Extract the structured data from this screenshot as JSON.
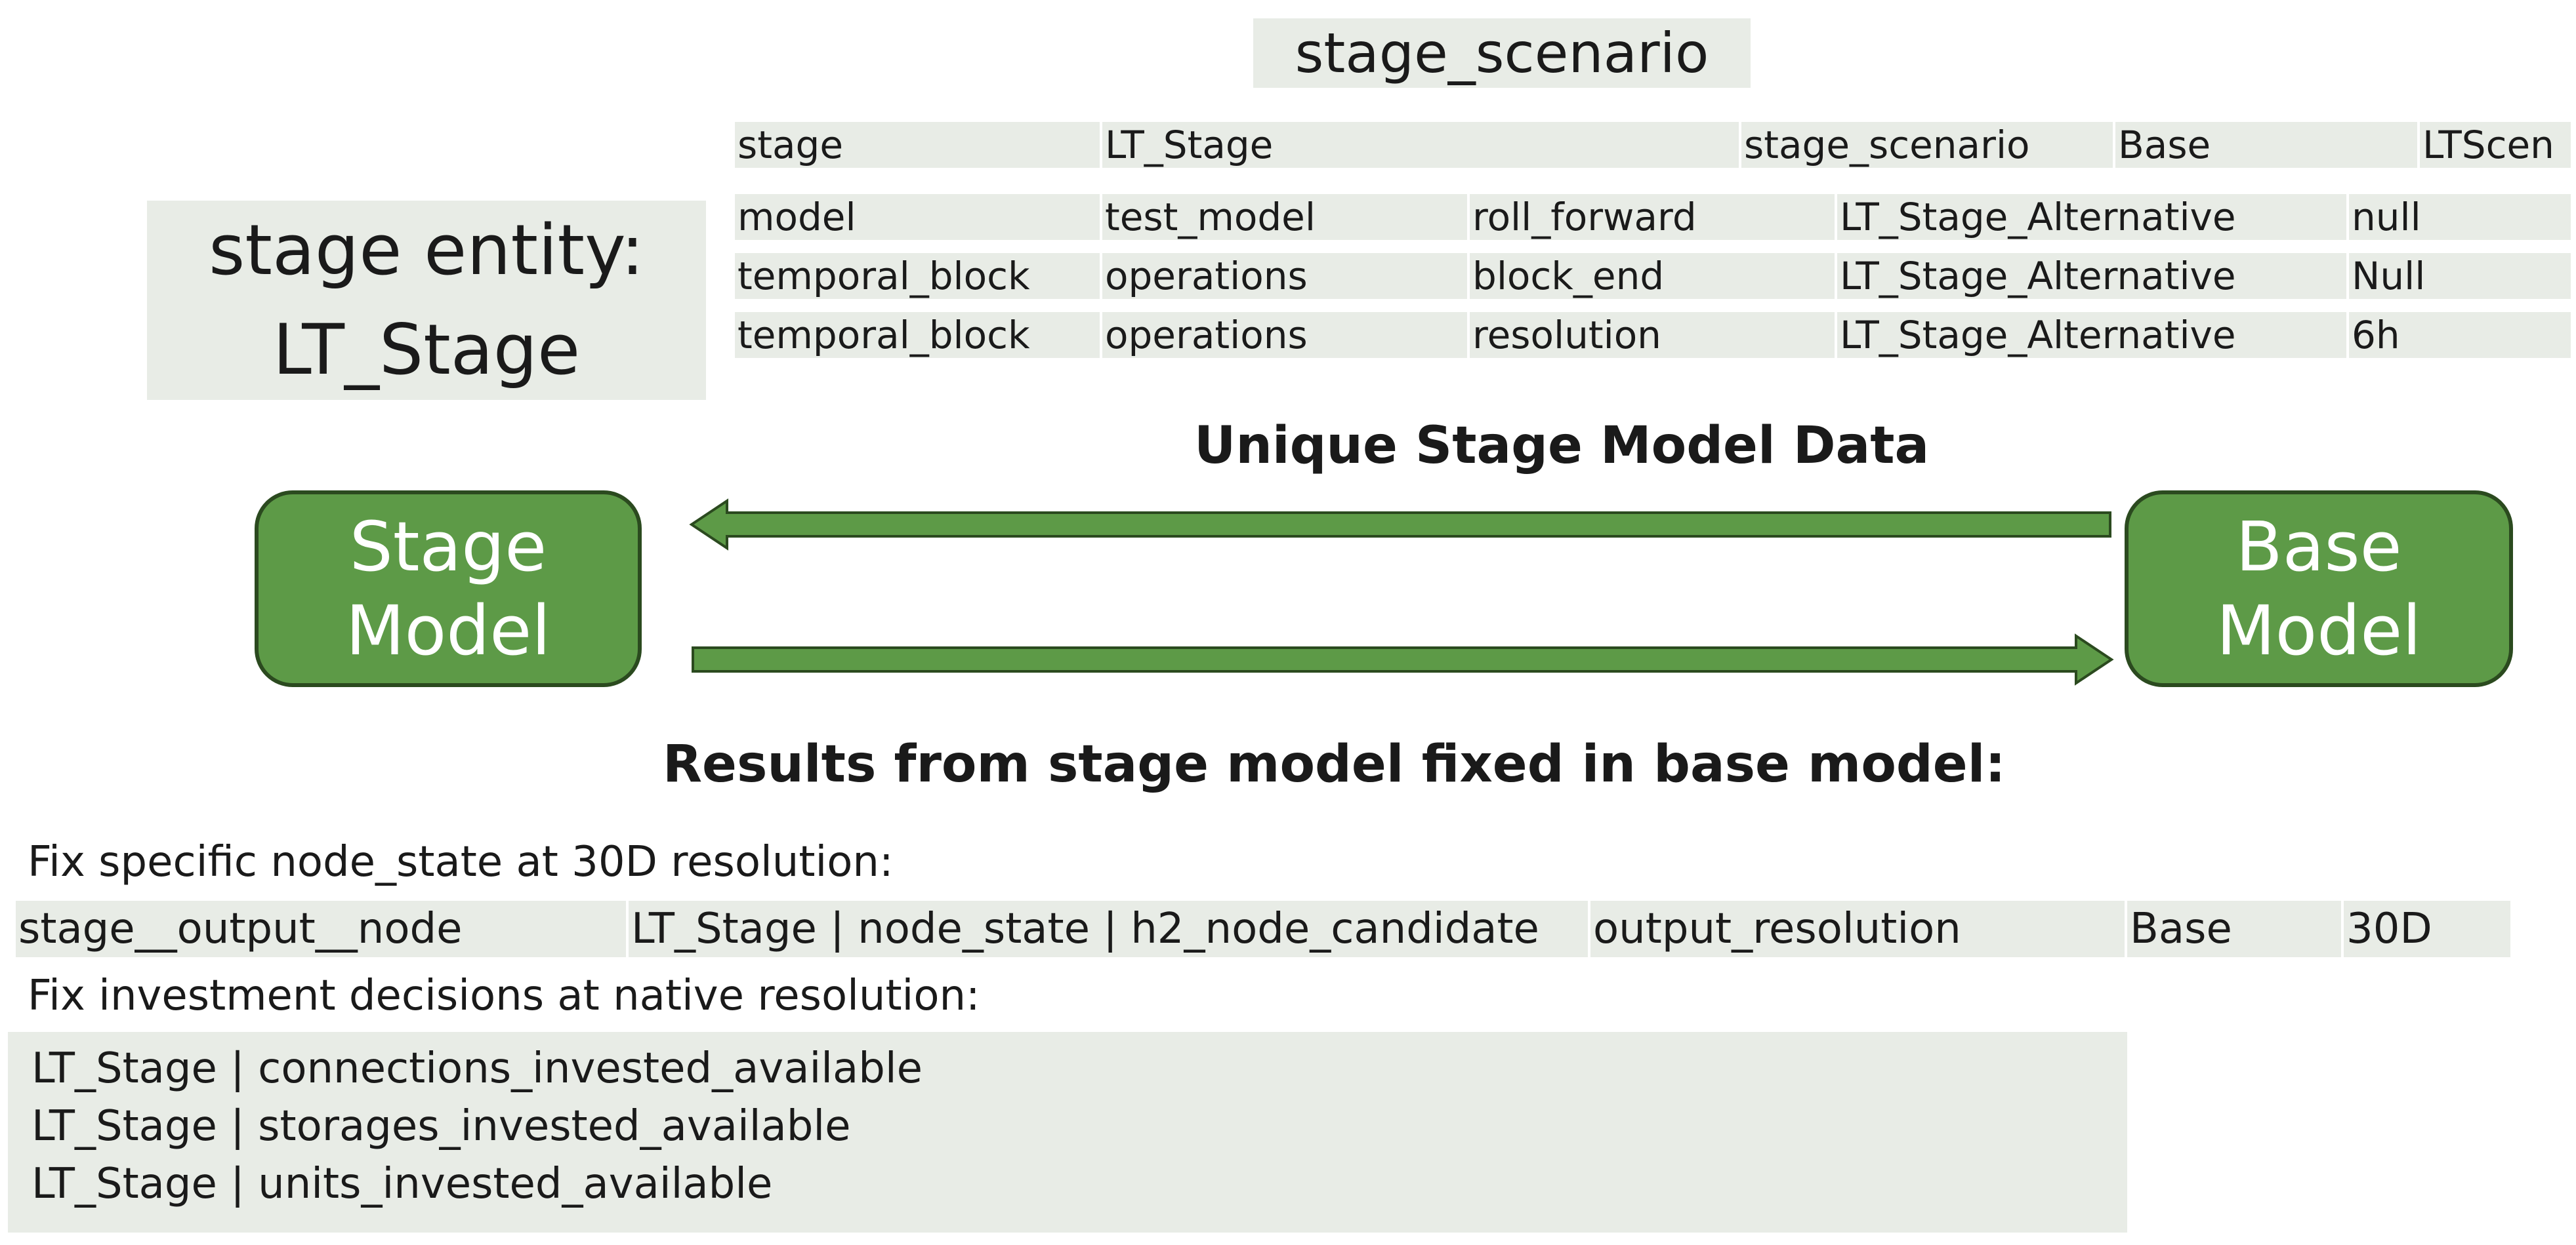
{
  "stage_scenario_title": "stage_scenario",
  "stage_scenario_row": [
    "stage",
    "LT_Stage",
    "stage_scenario",
    "Base",
    "LTScen"
  ],
  "entity_box": {
    "line1": "stage entity:",
    "line2": "LT_Stage"
  },
  "param_rows": [
    [
      "model",
      "test_model",
      "roll_forward",
      "LT_Stage_Alternative",
      "null"
    ],
    [
      "temporal_block",
      "operations",
      "block_end",
      "LT_Stage_Alternative",
      "Null"
    ],
    [
      "temporal_block",
      "operations",
      "resolution",
      "LT_Stage_Alternative",
      "6h"
    ]
  ],
  "unique_data_label": "Unique Stage Model Data",
  "stage_model": {
    "line1": "Stage",
    "line2": "Model"
  },
  "base_model": {
    "line1": "Base",
    "line2": "Model"
  },
  "results_label": "Results from stage model fixed in base model:",
  "fix_node_state_label": "Fix specific node_state at 30D resolution:",
  "output_row": [
    "stage__output__node",
    "LT_Stage | node_state | h2_node_candidate",
    "output_resolution",
    "Base",
    "30D"
  ],
  "fix_investment_label": "Fix investment decisions at native resolution:",
  "investment_items": [
    "LT_Stage | connections_invested_available",
    "LT_Stage | storages_invested_available",
    "LT_Stage | units_invested_available"
  ],
  "colors": {
    "model_fill": "#5d9a47",
    "model_border": "#2b4a1f",
    "cell_bg": "#e8ece6",
    "arrow": "#5d9a47"
  }
}
